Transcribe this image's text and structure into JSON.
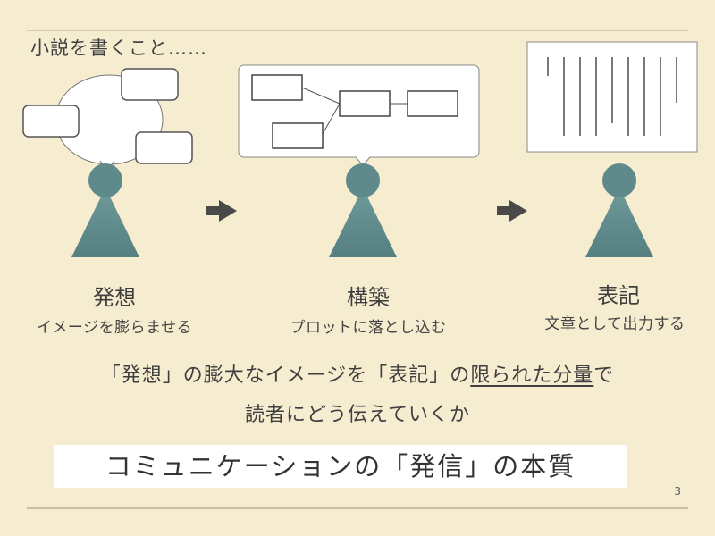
{
  "title": "小説を書くこと……",
  "stages": [
    {
      "name": "発想",
      "desc": "イメージを膨らませる"
    },
    {
      "name": "構築",
      "desc": "プロットに落とし込む"
    },
    {
      "name": "表記",
      "desc": "文章として出力する"
    }
  ],
  "summary": {
    "line1_a": "「発想」の膨大なイメージを「表記」の",
    "line1_underlined": "限られた分量",
    "line1_b": "で",
    "line2": "読者にどう伝えていくか"
  },
  "conclusion": "コミュニケーションの「発信」の本質",
  "page_number": "3",
  "colors": {
    "background": "#f6ecd0",
    "figure": "#5f8a8b",
    "arrow": "#4a4a4a"
  }
}
